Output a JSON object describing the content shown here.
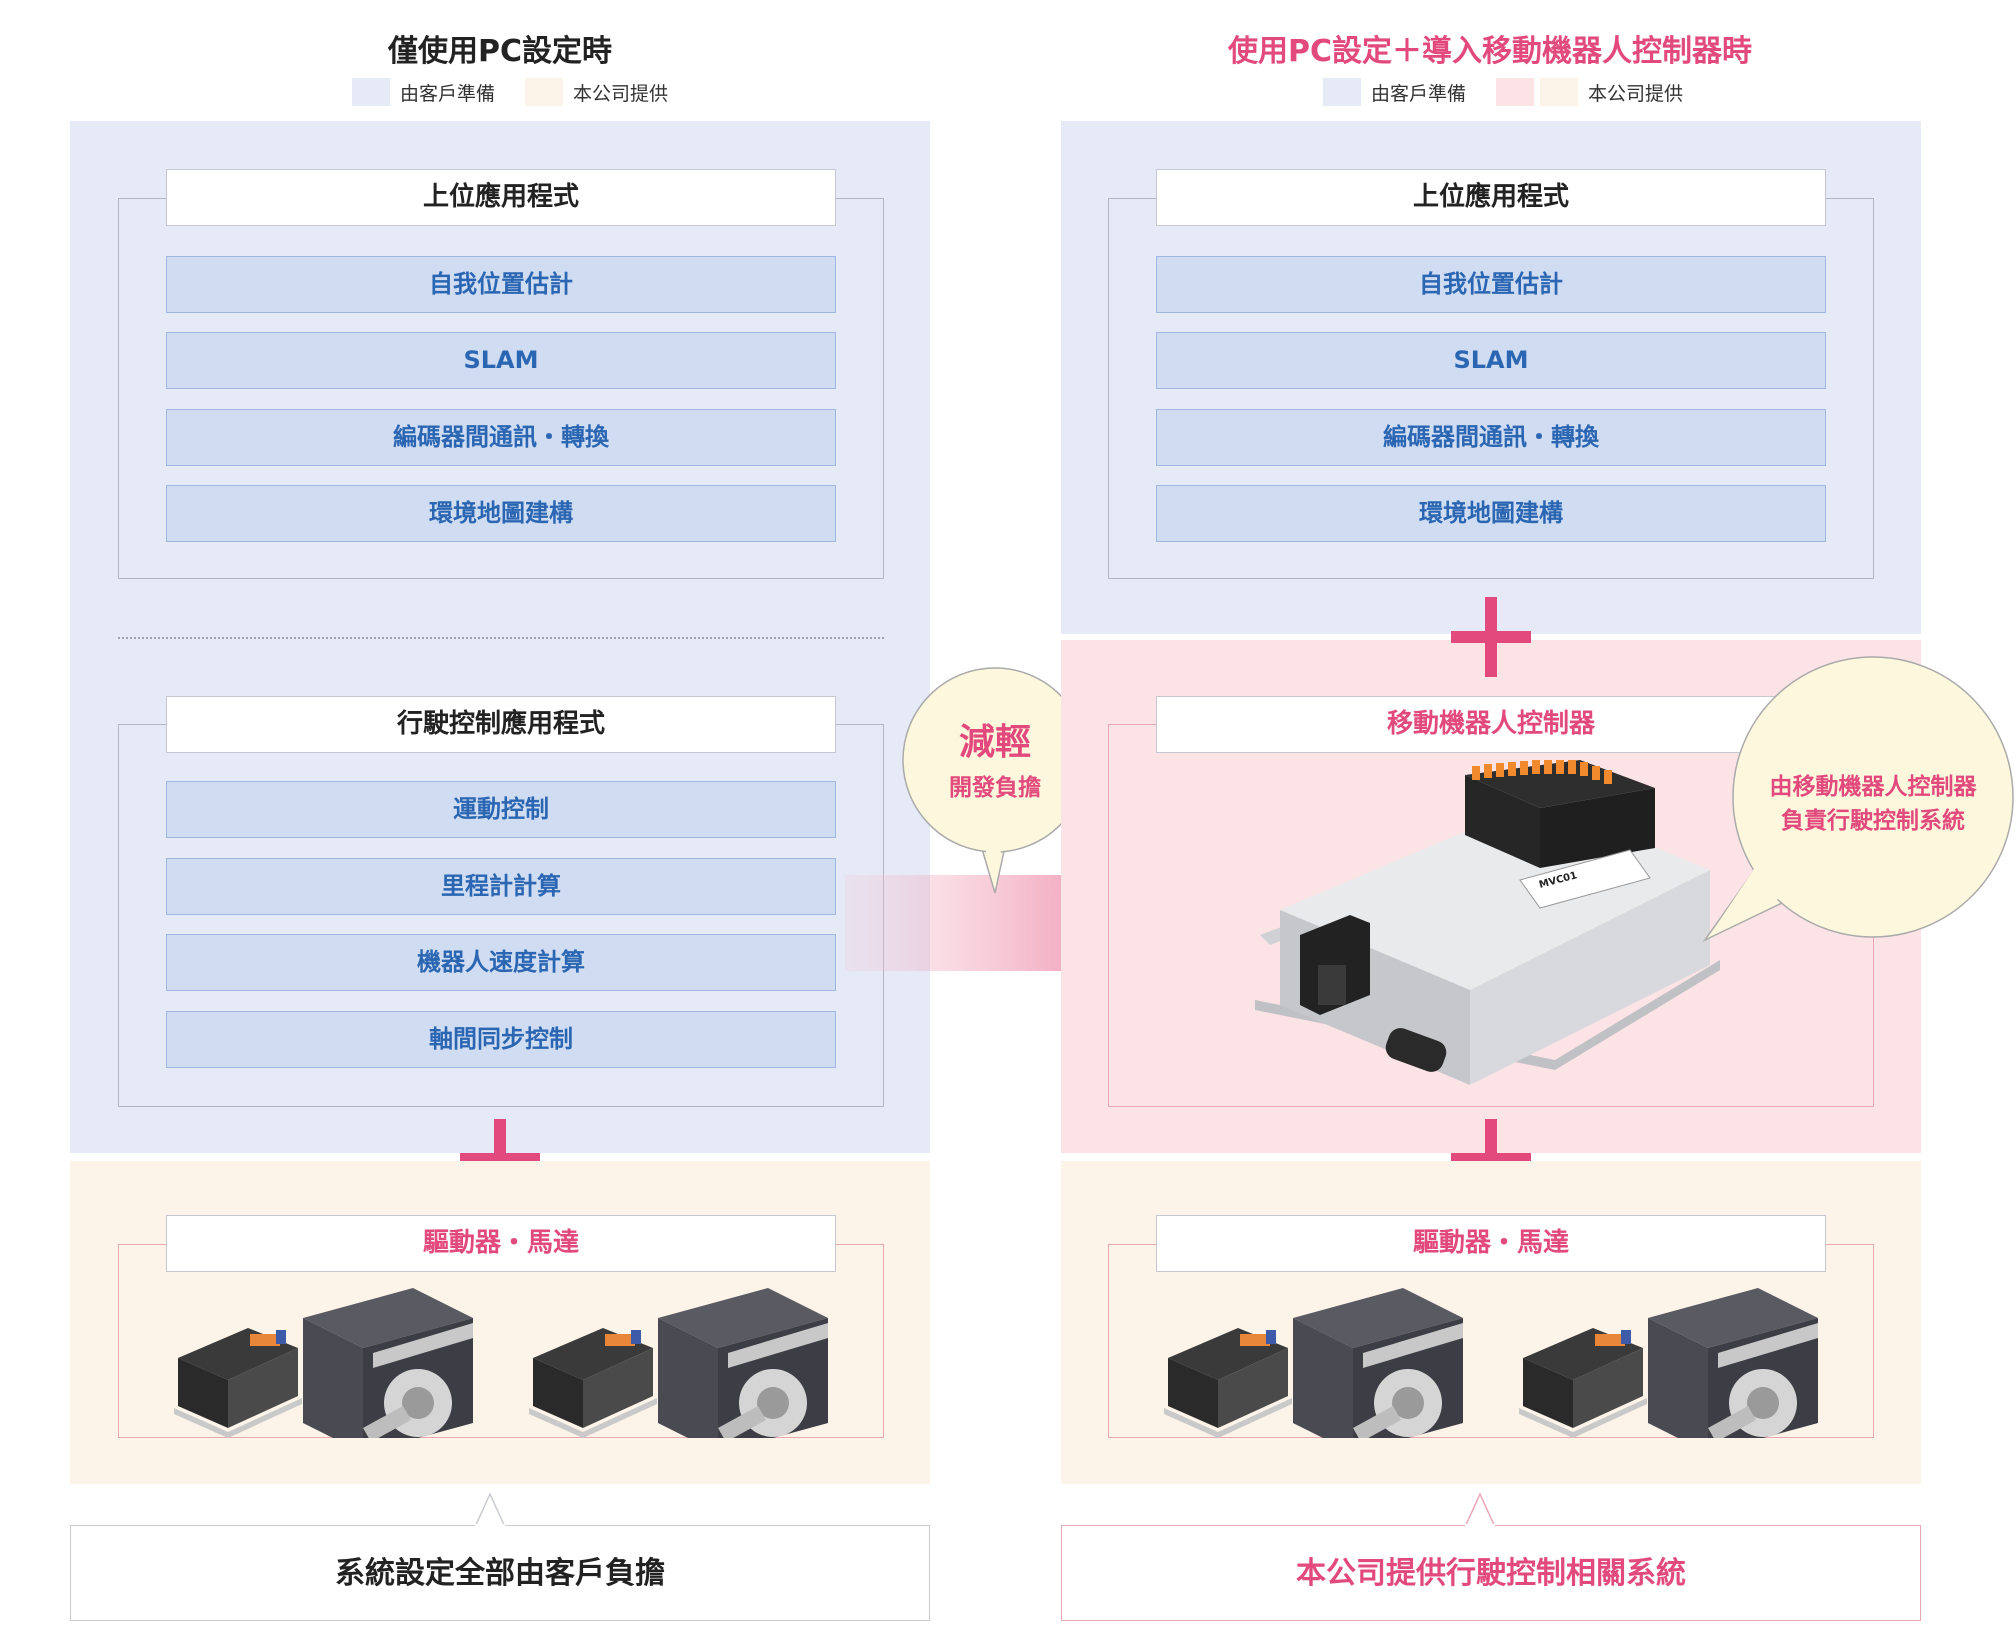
{
  "left": {
    "title": "僅使用PC設定時",
    "legend": {
      "customer": "由客戶準備",
      "company": "本公司提供"
    },
    "upper_app": {
      "label": "上位應用程式",
      "items": [
        "自我位置估計",
        "SLAM",
        "編碼器間通訊・轉換",
        "環境地圖建構"
      ]
    },
    "drive_app": {
      "label": "行駛控制應用程式",
      "items": [
        "運動控制",
        "里程計計算",
        "機器人速度計算",
        "軸間同步控制"
      ]
    },
    "driver": {
      "label": "驅動器・馬達"
    },
    "summary": "系統設定全部由客戶負擔"
  },
  "right": {
    "title": "使用PC設定＋導入移動機器人控制器時",
    "legend": {
      "customer": "由客戶準備",
      "company": "本公司提供"
    },
    "upper_app": {
      "label": "上位應用程式",
      "items": [
        "自我位置估計",
        "SLAM",
        "編碼器間通訊・轉換",
        "環境地圖建構"
      ]
    },
    "controller": {
      "label": "移動機器人控制器",
      "device_text": "MVC01"
    },
    "driver": {
      "label": "驅動器・馬達"
    },
    "summary": "本公司提供行駛控制相關系統"
  },
  "callout_reduce": {
    "title": "減輕",
    "sub": "開發負擔"
  },
  "callout_controller": {
    "line1": "由移動機器人控制器",
    "line2": "負責行駛控制系統"
  },
  "colors": {
    "accent": "#e24a7d",
    "blue_region": "#e6eaf6",
    "pink_region": "#fce3e6",
    "cream_region": "#fcf3e9",
    "item_blue": "#2b66b3"
  }
}
